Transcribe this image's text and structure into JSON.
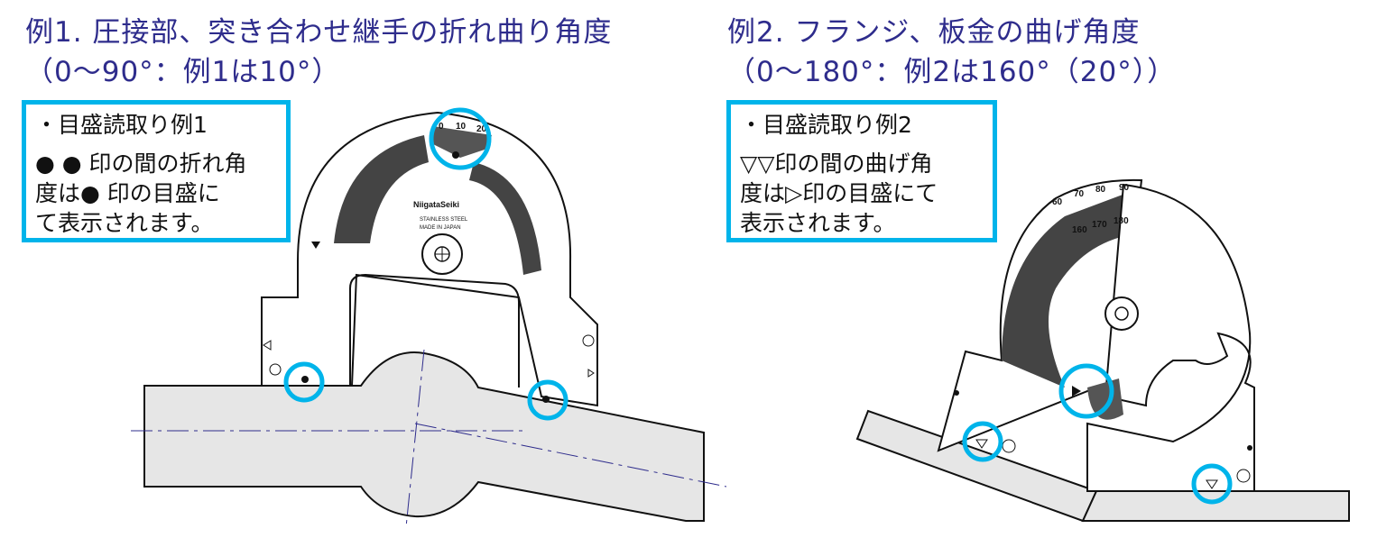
{
  "example1": {
    "title": "例1. 圧接部、突き合わせ継手の折れ曲り角度",
    "subtitle": "（0～90°：例1は10°）",
    "box": {
      "heading": "・目盛読取り例1",
      "lines": [
        "● ● 印の間の折れ角",
        "度は● 印の目盛に",
        "て表示されます。"
      ]
    },
    "gauge": {
      "scale": [
        "0",
        "10",
        "20"
      ],
      "brand": "NiigataSeiki",
      "material": "STAINLESS STEEL",
      "origin": "MADE IN JAPAN"
    }
  },
  "example2": {
    "title": "例2. フランジ、板金の曲げ角度",
    "subtitle": "（0～180°：例2は160°（20°））",
    "box": {
      "heading": "・目盛読取り例2",
      "lines": [
        "▽▽印の間の曲げ角",
        "度は▷印の目盛にて",
        "表示されます。"
      ]
    },
    "gauge": {
      "scale": [
        "90",
        "80",
        "70",
        "60",
        "180",
        "170",
        "160"
      ]
    }
  },
  "colors": {
    "title": "#2e2c8c",
    "highlight": "#00b4ea",
    "workpiece": "#e6e6e6"
  }
}
